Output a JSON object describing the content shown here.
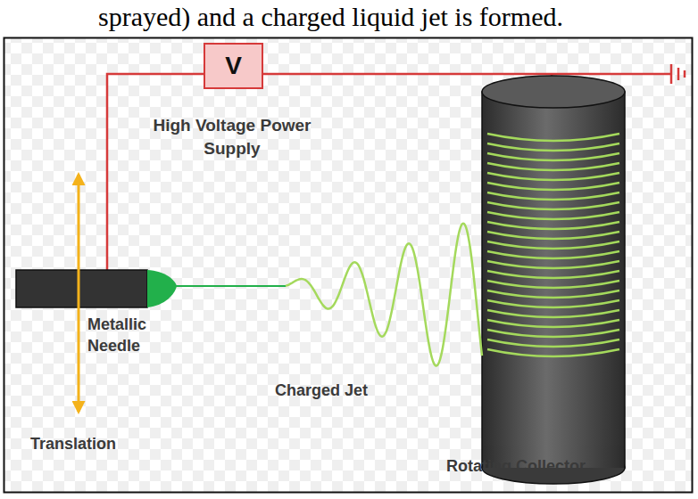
{
  "diagram": {
    "nodes": [
      {
        "text": [
          "V",
          "High Voltage Power Supply"
        ]
      }
    ],
    "labels": [
      "sprayed) and a charged liquid jet is formed.",
      "Metallic Needle",
      "Charged Jet",
      "Translation",
      "Rotating Collector"
    ]
  }
}
